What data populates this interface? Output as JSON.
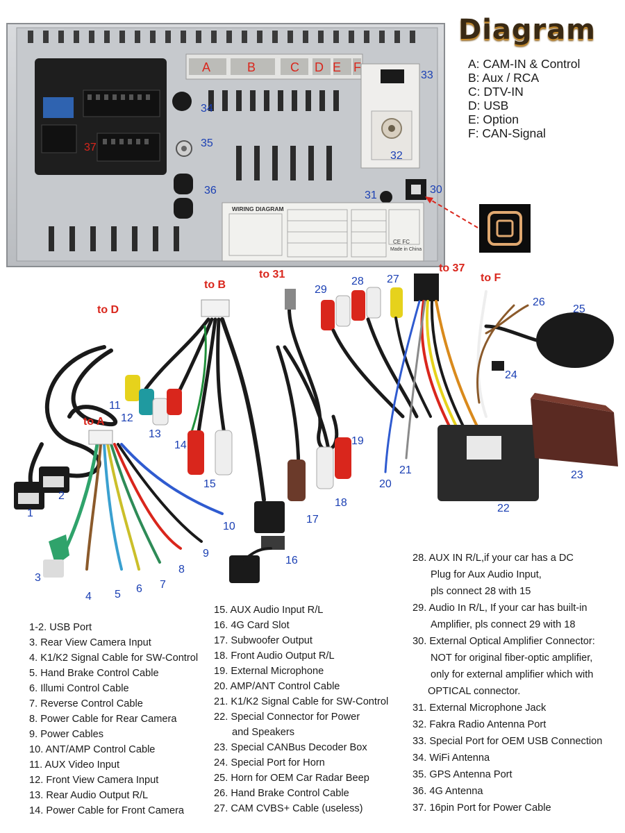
{
  "title": "Diagram",
  "connectors": [
    "A: CAM-IN & Control",
    "B: Aux / RCA",
    "C: DTV-IN",
    "D: USB",
    "E: Option",
    "F: CAN-Signal"
  ],
  "unit": {
    "port_letters": [
      "A",
      "B",
      "C",
      "D",
      "E",
      "F"
    ],
    "wiring_title": "WIRING DIAGRAM",
    "made_in": "Made in China",
    "marks": "CE FC"
  },
  "callouts": {
    "n30": "30",
    "n31": "31",
    "n32": "32",
    "n33": "33",
    "n34": "34",
    "n35": "35",
    "n36": "36",
    "n37": "37",
    "n1": "1",
    "n2": "2",
    "n3": "3",
    "n4": "4",
    "n5": "5",
    "n6": "6",
    "n7": "7",
    "n8": "8",
    "n9": "9",
    "n10": "10",
    "n11": "11",
    "n12": "12",
    "n13": "13",
    "n14": "14",
    "n15": "15",
    "n16": "16",
    "n17": "17",
    "n18": "18",
    "n19": "19",
    "n20": "20",
    "n21": "21",
    "n22": "22",
    "n23": "23",
    "n24": "24",
    "n25": "25",
    "n26": "26",
    "n27": "27",
    "n28": "28",
    "n29": "29"
  },
  "to_labels": {
    "to_d": "to D",
    "to_b": "to B",
    "to_31": "to 31",
    "to_37": "to 37",
    "to_f": "to F",
    "to_a": "to A"
  },
  "legend_col1": [
    "1-2. USB Port",
    "3. Rear View Camera Input",
    "4. K1/K2 Signal Cable for SW-Control",
    "5. Hand Brake Control Cable",
    "6. Illumi Control Cable",
    "7. Reverse Control Cable",
    "8. Power Cable for Rear Camera",
    "9. Power Cables",
    "10. ANT/AMP Control Cable",
    "11. AUX Video Input",
    "12. Front View Camera Input",
    "13. Rear Audio Output R/L",
    "14. Power Cable for Front Camera"
  ],
  "legend_col2": [
    "15. AUX Audio Input R/L",
    "16. 4G Card Slot",
    "17. Subwoofer Output",
    "18. Front Audio Output R/L",
    "19. External Microphone",
    "20. AMP/ANT Control Cable",
    "21. K1/K2 Signal Cable for SW-Control",
    "22. Special Connector for Power",
    "and Speakers",
    "23. Special CANBus Decoder Box",
    "24. Special Port for Horn",
    "25. Horn for OEM Car Radar Beep",
    "26. Hand Brake Control Cable",
    "27. CAM CVBS+ Cable (useless)"
  ],
  "legend_col3": [
    "28. AUX IN R/L,if your car has a DC",
    "Plug for Aux Audio Input,",
    "pls connect 28 with 15",
    "29. Audio In R/L, If your car has built-in",
    "Amplifier, pls connect 29 with 18",
    "30. External Optical Amplifier Connector:",
    "NOT for original fiber-optic amplifier,",
    "only for external amplifier which with",
    "OPTICAL connector.",
    "31. External Microphone Jack",
    "32. Fakra Radio Antenna Port",
    "33. Special Port for OEM USB Connection",
    "34. WiFi Antenna",
    "35. GPS Antenna Port",
    "36. 4G Antenna",
    "37. 16pin Port for Power Cable"
  ],
  "colors": {
    "callout": "#1a3fb3",
    "to_label": "#d9261c",
    "chassis": "#c9ccd0",
    "optical_accent": "#e0a870"
  }
}
